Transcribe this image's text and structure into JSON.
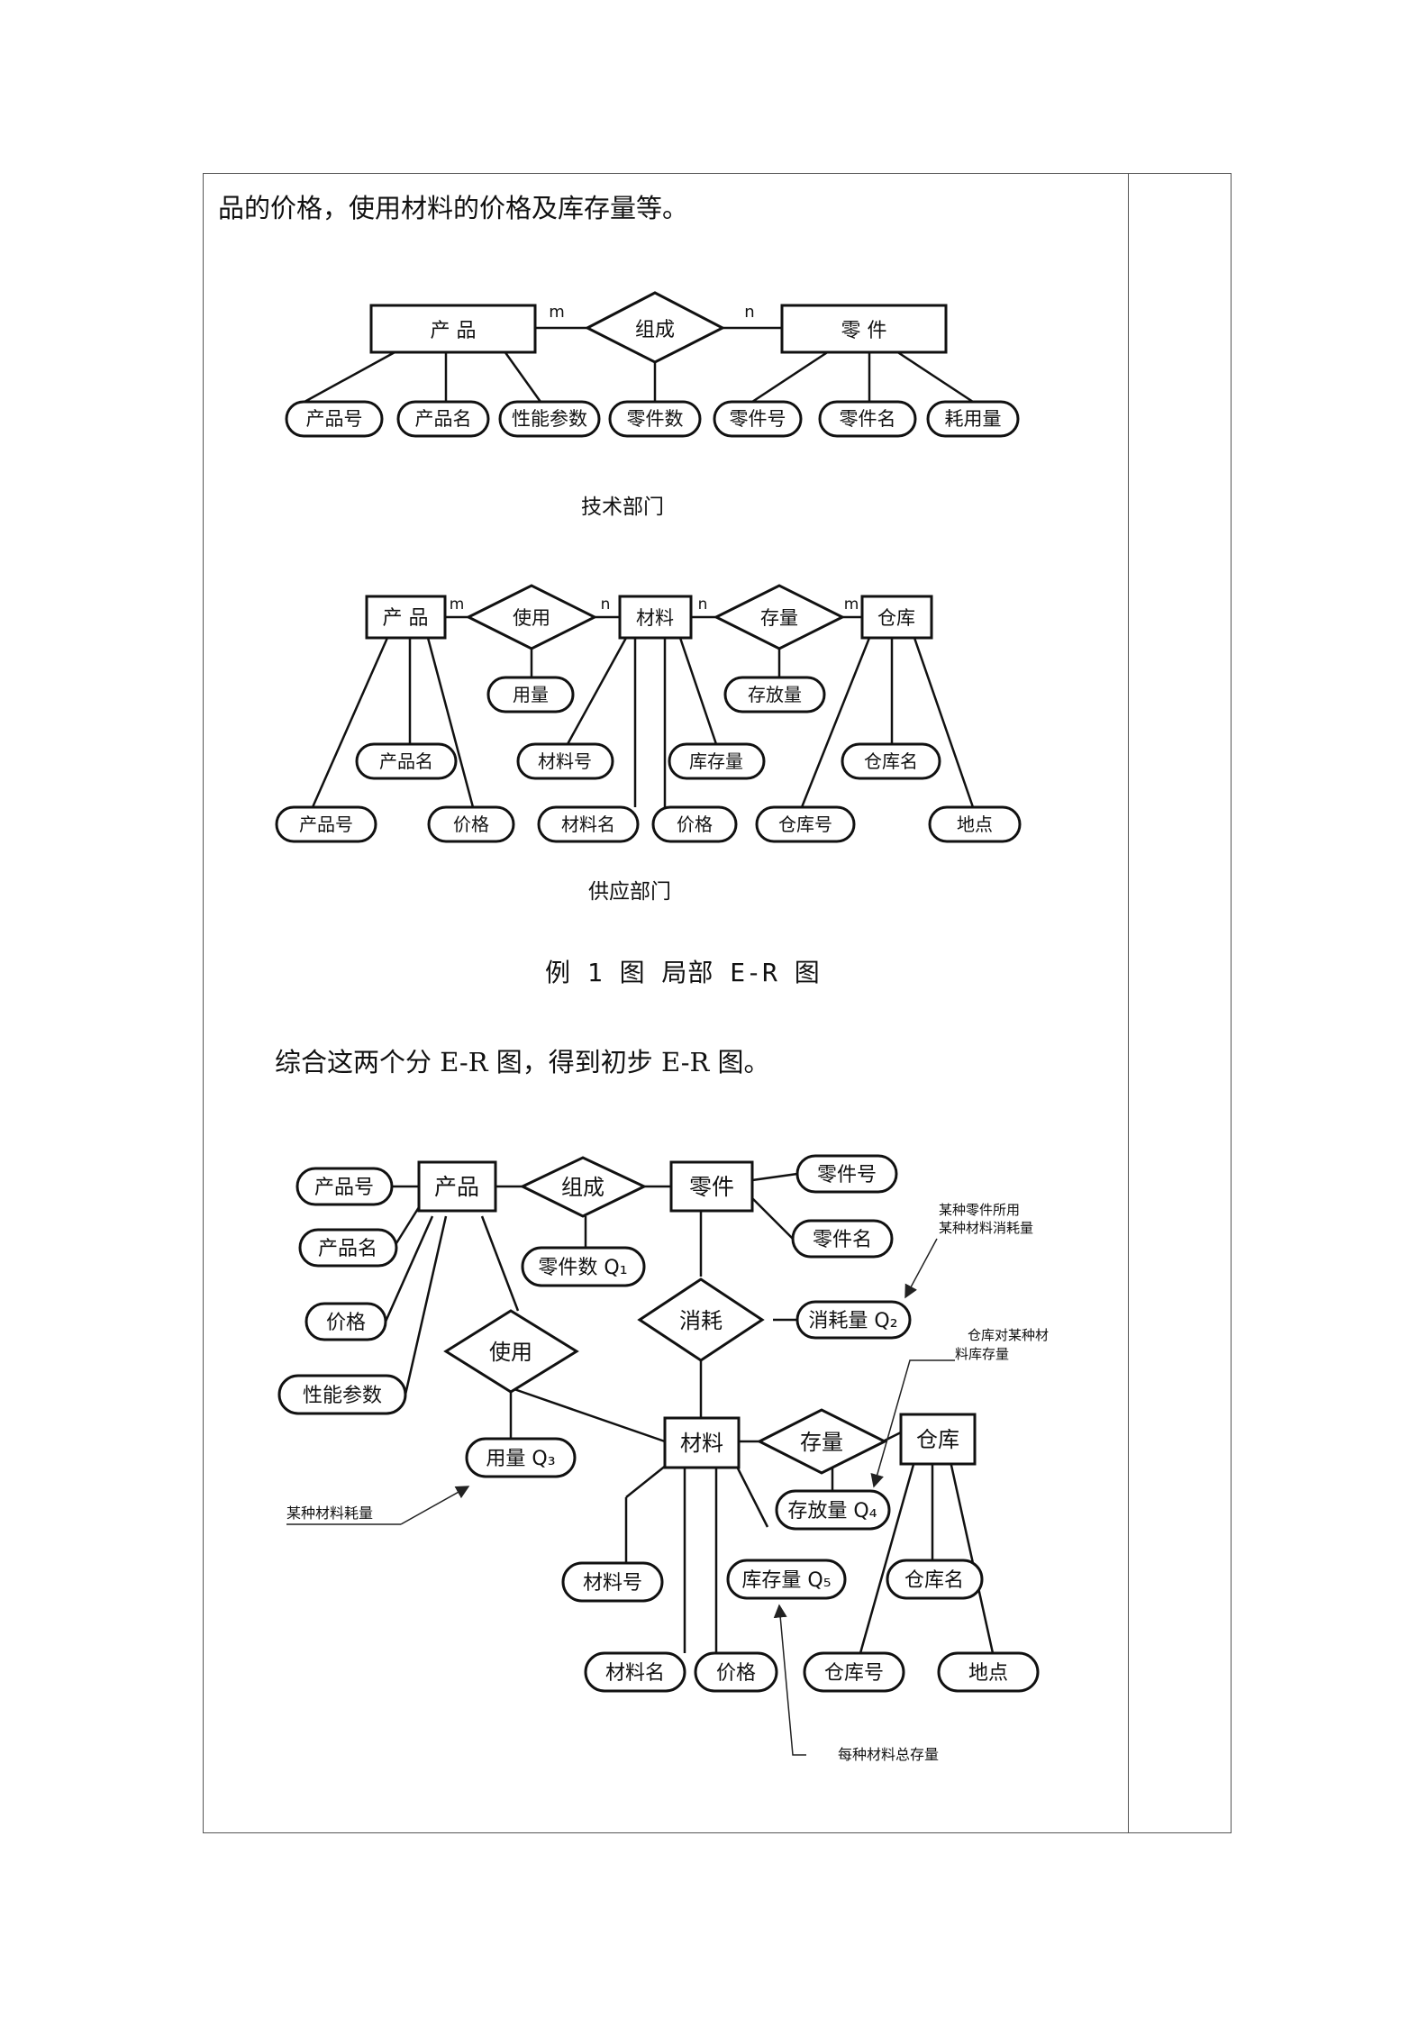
{
  "page": {
    "intro_line": "品的价格，使用材料的价格及库存量等。",
    "figure_caption": "例 1 图  局部 E-R 图",
    "summary_line": "综合这两个分 E-R 图，得到初步 E-R 图。"
  },
  "tech_diagram": {
    "caption": "技术部门",
    "entities": {
      "product": "产  品",
      "part": "零    件"
    },
    "relationship": "组成",
    "card_left": "m",
    "card_right": "n",
    "attributes": [
      "产品号",
      "产品名",
      "性能参数",
      "零件数",
      "零件号",
      "零件名",
      "耗用量"
    ]
  },
  "supply_diagram": {
    "caption": "供应部门",
    "entities": {
      "product": "产 品",
      "material": "材料",
      "warehouse": "仓库"
    },
    "relationships": {
      "use": "使用",
      "stock": "存量"
    },
    "cards": {
      "product_use": "m",
      "use_material": "n",
      "material_stock": "n",
      "stock_warehouse": "m"
    },
    "attributes": {
      "use_amount": "用量",
      "stock_amount": "存放量",
      "product_name": "产品名",
      "product_no": "产品号",
      "product_price": "价格",
      "material_no": "材料号",
      "inventory": "库存量",
      "material_name": "材料名",
      "material_price": "价格",
      "warehouse_name": "仓库名",
      "warehouse_no": "仓库号",
      "location": "地点"
    }
  },
  "combined_diagram": {
    "entities": {
      "product": "产品",
      "part": "零件",
      "material": "材料",
      "warehouse": "仓库"
    },
    "relationships": {
      "compose": "组成",
      "consume": "消耗",
      "use": "使用",
      "stock": "存量"
    },
    "attributes": {
      "product_no": "产品号",
      "product_name": "产品名",
      "price": "价格",
      "perf": "性能参数",
      "part_count": "零件数 Q₁",
      "part_no": "零件号",
      "part_name": "零件名",
      "consume_amount": "消耗量 Q₂",
      "use_amount": "用量 Q₃",
      "stock_amount": "存放量 Q₄",
      "material_no": "材料号",
      "inventory": "库存量 Q₅",
      "material_name": "材料名",
      "material_price": "价格",
      "warehouse_name": "仓库名",
      "warehouse_no": "仓库号",
      "location": "地点"
    },
    "notes": {
      "q2_note_line1": "某种零件所用",
      "q2_note_line2": "某种材料消耗量",
      "q4_note_line1": "仓库对某种材",
      "q4_note_line2": "料库存量",
      "q3_note": "某种材料耗量",
      "q5_note": "每种材料总存量"
    }
  }
}
